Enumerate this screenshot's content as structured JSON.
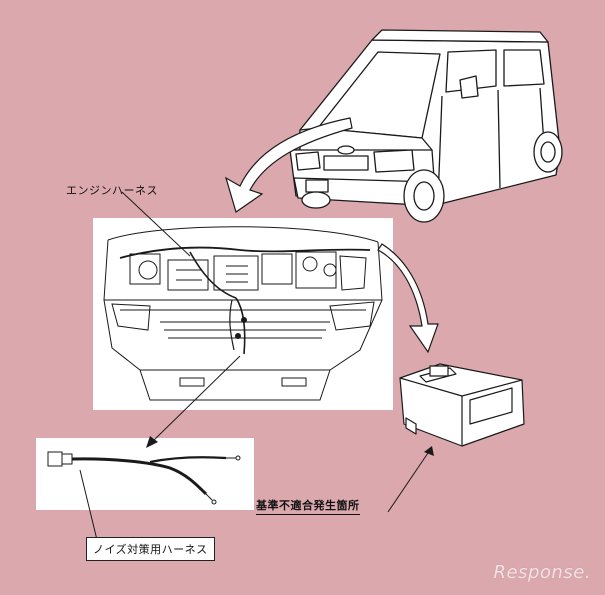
{
  "labels": {
    "engine_harness": "エンジンハーネス",
    "noise_harness": "ノイズ対策用ハーネス",
    "defect_location": "基準不適合発生箇所"
  },
  "watermark": "Response.",
  "colors": {
    "background": "#dba8ae",
    "panel": "#ffffff",
    "line": "#1a1a1a"
  }
}
